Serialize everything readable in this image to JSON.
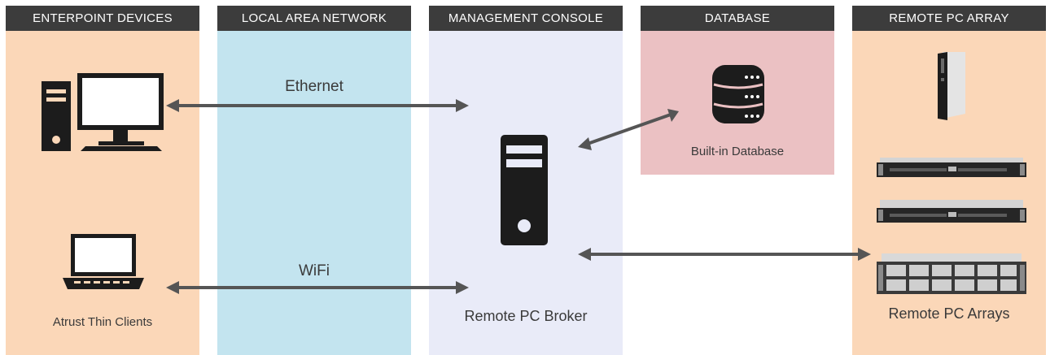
{
  "columns": {
    "endpoint": {
      "title": "ENTERPOINT DEVICES"
    },
    "lan": {
      "title": "LOCAL AREA NETWORK"
    },
    "mgmt": {
      "title": "MANAGEMENT CONSOLE"
    },
    "db": {
      "title": "DATABASE"
    },
    "remote": {
      "title": "REMOTE PC ARRAY"
    }
  },
  "labels": {
    "ethernet": "Ethernet",
    "wifi": "WiFi",
    "thin_clients": "Atrust Thin Clients",
    "broker": "Remote PC Broker",
    "database": "Built-in Database",
    "arrays": "Remote PC Arrays"
  },
  "colors": {
    "header_bg": "#3c3c3c",
    "endpoint_bg": "#fbd7b8",
    "lan_bg": "#c3e4ef",
    "mgmt_bg": "#e9ebf8",
    "db_bg": "#ebc1c3",
    "remote_bg": "#fbd7b8",
    "arrow": "#555555",
    "icon": "#1c1c1c"
  }
}
